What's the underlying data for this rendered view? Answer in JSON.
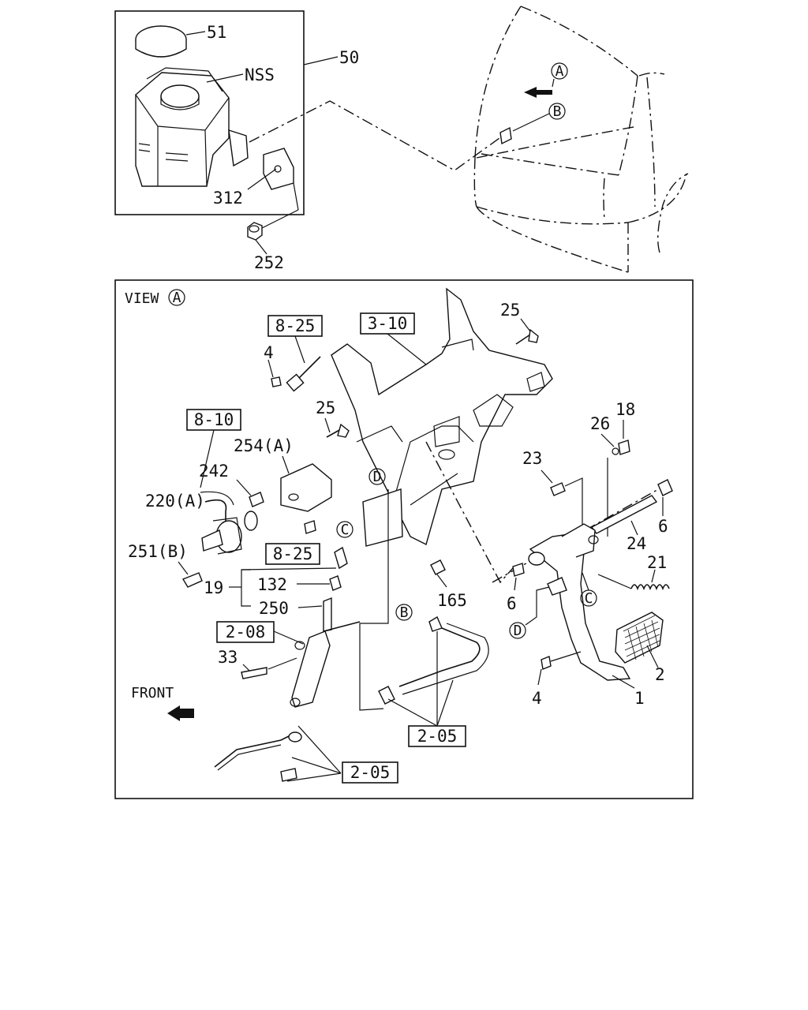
{
  "labels": {
    "p51": "51",
    "p50": "50",
    "nss": "NSS",
    "p312": "312",
    "p252": "252",
    "ca": "A",
    "cb": "B",
    "view": "VIEW",
    "view_circle": "A",
    "ref_310": "3-10",
    "ref_825_top": "8-25",
    "ref_810": "8-10",
    "ref_825_mid": "8-25",
    "ref_208": "2-08",
    "ref_205_mid": "2-05",
    "ref_205_bot": "2-05",
    "p25a": "25",
    "p4a": "4",
    "p25b": "25",
    "p254a": "254(A)",
    "p242": "242",
    "p220a": "220(A)",
    "p251b": "251(B)",
    "p19": "19",
    "p132": "132",
    "p250": "250",
    "p33": "33",
    "p165": "165",
    "p26": "26",
    "p18": "18",
    "p23": "23",
    "p6a": "6",
    "p24": "24",
    "p21": "21",
    "p6b": "6",
    "p2": "2",
    "p4b": "4",
    "p1": "1",
    "cc1": "C",
    "cc2": "C",
    "cd1": "D",
    "cd2": "D",
    "cb2": "B",
    "front": "FRONT"
  }
}
